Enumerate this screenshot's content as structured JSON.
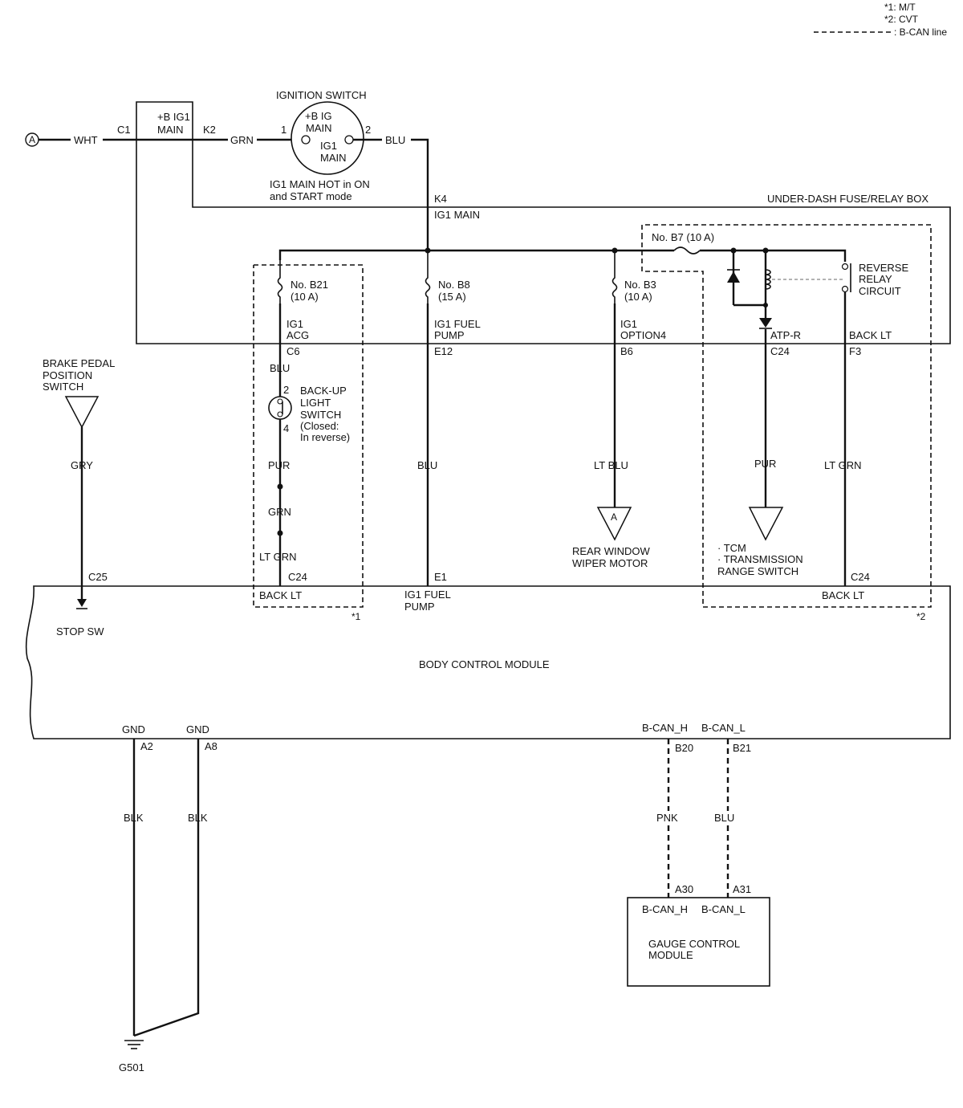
{
  "legend": {
    "note1": "*1: M/T",
    "note2": "*2: CVT",
    "bcan": ": B-CAN line"
  },
  "connector_a": "A",
  "left": {
    "wht": "WHT",
    "c1": "C1",
    "fuse_top1": "+B IG1",
    "fuse_top2": "MAIN",
    "k2": "K2",
    "grn": "GRN"
  },
  "ignition": {
    "title": "IGNITION SWITCH",
    "pin1": "1",
    "pin2": "2",
    "bIg1": "+B IG",
    "bIg2": "MAIN",
    "ig1a": "IG1",
    "ig1b": "MAIN",
    "note1": "IG1 MAIN HOT in ON",
    "note2": "and START mode",
    "blu": "BLU"
  },
  "fusebox": {
    "k4": "K4",
    "ig1main": "IG1 MAIN",
    "title": "UNDER-DASH FUSE/RELAY BOX",
    "b7": "No. B7 (10 A)",
    "reverse1": "REVERSE",
    "reverse2": "RELAY",
    "reverse3": "CIRCUIT"
  },
  "branch_b21": {
    "fuse1": "No. B21",
    "fuse2": "(10 A)",
    "name1": "IG1",
    "name2": "ACG",
    "conn": "C6",
    "blu": "BLU",
    "sw_pin2": "2",
    "sw_pin4": "4",
    "sw1": "BACK-UP",
    "sw2": "LIGHT",
    "sw3": "SWITCH",
    "sw4": "(Closed:",
    "sw5": "In reverse)",
    "pur": "PUR",
    "grn": "GRN",
    "ltgrn": "LT GRN",
    "c24": "C24",
    "backlt": "BACK LT",
    "note": "*1"
  },
  "branch_b8": {
    "fuse1": "No. B8",
    "fuse2": "(15 A)",
    "name1": "IG1 FUEL",
    "name2": "PUMP",
    "conn": "E12",
    "blu": "BLU",
    "e1": "E1",
    "bcm1": "IG1 FUEL",
    "bcm2": "PUMP"
  },
  "branch_b3": {
    "fuse1": "No. B3",
    "fuse2": "(10 A)",
    "name1": "IG1",
    "name2": "OPTION4",
    "conn": "B6",
    "ltblu": "LT BLU",
    "tri": "A",
    "dest1": "REAR WINDOW",
    "dest2": "WIPER MOTOR"
  },
  "branch_atp": {
    "name": "ATP-R",
    "conn": "C24",
    "pur": "PUR",
    "dest1": "· TCM",
    "dest2": "· TRANSMISSION",
    "dest3": "RANGE SWITCH"
  },
  "branch_back": {
    "name": "BACK LT",
    "conn": "F3",
    "ltgrn": "LT GRN",
    "c24": "C24",
    "backlt": "BACK LT",
    "note": "*2"
  },
  "brake": {
    "t1": "BRAKE PEDAL",
    "t2": "POSITION",
    "t3": "SWITCH",
    "gry": "GRY",
    "c25": "C25",
    "stop": "STOP SW"
  },
  "bcm": {
    "title": "BODY CONTROL MODULE",
    "gnd1": "GND",
    "gnd2": "GND",
    "a2": "A2",
    "a8": "A8",
    "blk1": "BLK",
    "blk2": "BLK",
    "ground": "G501",
    "canh": "B-CAN_H",
    "canl": "B-CAN_L",
    "b20": "B20",
    "b21": "B21",
    "pnk": "PNK",
    "blu": "BLU"
  },
  "gauge": {
    "a30": "A30",
    "a31": "A31",
    "canh": "B-CAN_H",
    "canl": "B-CAN_L",
    "t1": "GAUGE CONTROL",
    "t2": "MODULE"
  }
}
